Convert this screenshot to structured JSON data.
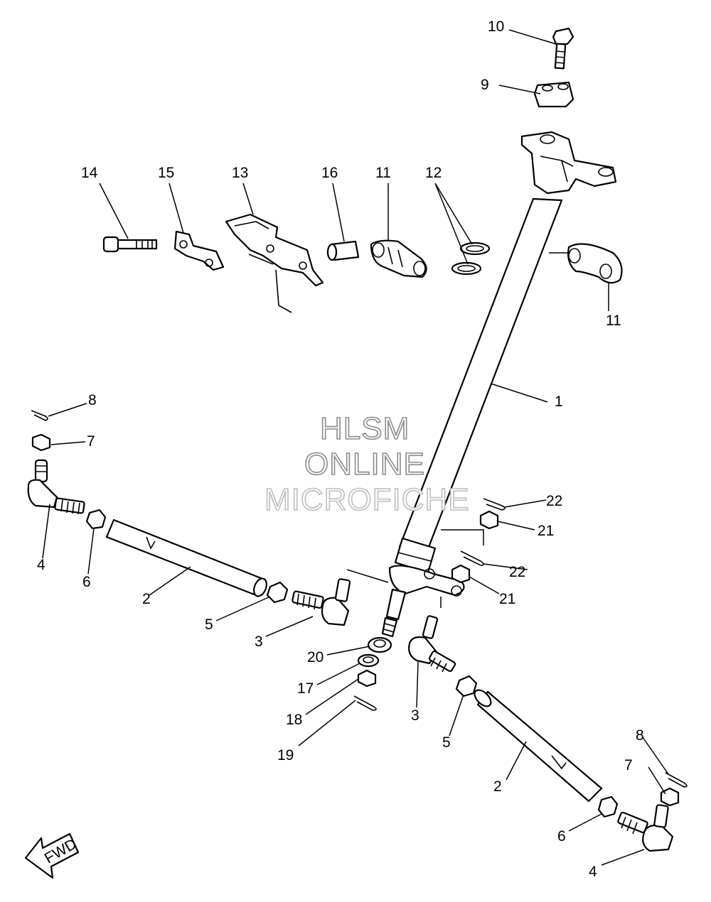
{
  "watermark": {
    "line1": "HLSM",
    "line2": "ONLINE",
    "line3": "MICROFICHE"
  },
  "direction_badge": "FWD",
  "callouts": {
    "c1": "1",
    "c2a": "2",
    "c2b": "2",
    "c3a": "3",
    "c3b": "3",
    "c4a": "4",
    "c4b": "4",
    "c5a": "5",
    "c5b": "5",
    "c6a": "6",
    "c6b": "6",
    "c7a": "7",
    "c7b": "7",
    "c8a": "8",
    "c8b": "8",
    "c9": "9",
    "c10": "10",
    "c11a": "11",
    "c11b": "11",
    "c12": "12",
    "c13": "13",
    "c14": "14",
    "c15": "15",
    "c16": "16",
    "c17": "17",
    "c18": "18",
    "c19": "19",
    "c20": "20",
    "c21a": "21",
    "c21b": "21",
    "c22a": "22",
    "c22b": "22"
  }
}
